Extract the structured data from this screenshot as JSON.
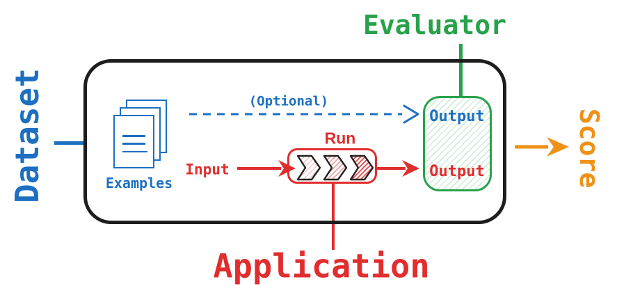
{
  "diagram": {
    "dataset_label": "Dataset",
    "evaluator_label": "Evaluator",
    "score_label": "Score",
    "application_label": "Application",
    "examples_label": "Examples",
    "optional_label": "(Optional)",
    "input_label": "Input",
    "run_label": "Run",
    "evaluator_output_label": "Output",
    "application_output_label": "Output",
    "colors": {
      "blue": "#1d6fc1",
      "green": "#28a24a",
      "red": "#e12d2e",
      "orange": "#ef9118",
      "black": "#1d1d1d"
    }
  }
}
